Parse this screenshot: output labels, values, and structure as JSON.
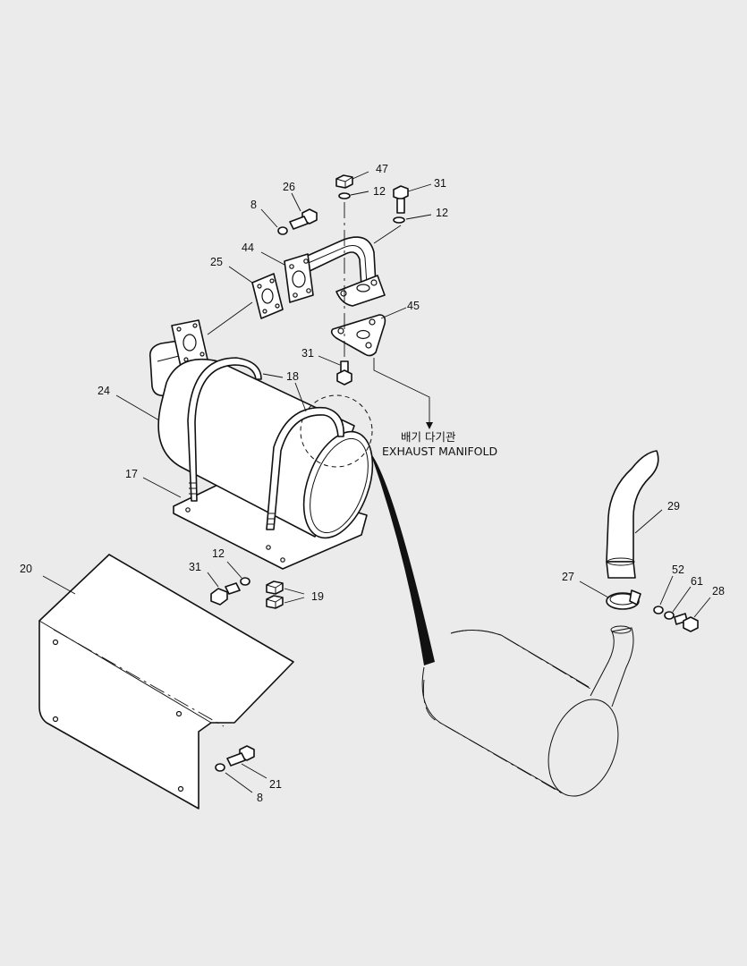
{
  "callouts": [
    {
      "id": "c47",
      "text": "47"
    },
    {
      "id": "c12a",
      "text": "12"
    },
    {
      "id": "c31a",
      "text": "31"
    },
    {
      "id": "c26",
      "text": "26"
    },
    {
      "id": "c12b",
      "text": "12"
    },
    {
      "id": "c8a",
      "text": "8"
    },
    {
      "id": "c44",
      "text": "44"
    },
    {
      "id": "c25",
      "text": "25"
    },
    {
      "id": "c45",
      "text": "45"
    },
    {
      "id": "c31b",
      "text": "31"
    },
    {
      "id": "c18",
      "text": "18"
    },
    {
      "id": "c24",
      "text": "24"
    },
    {
      "id": "c17",
      "text": "17"
    },
    {
      "id": "c29",
      "text": "29"
    },
    {
      "id": "c12c",
      "text": "12"
    },
    {
      "id": "c31c",
      "text": "31"
    },
    {
      "id": "c20",
      "text": "20"
    },
    {
      "id": "c19",
      "text": "19"
    },
    {
      "id": "c27",
      "text": "27"
    },
    {
      "id": "c52",
      "text": "52"
    },
    {
      "id": "c61",
      "text": "61"
    },
    {
      "id": "c28",
      "text": "28"
    },
    {
      "id": "c21",
      "text": "21"
    },
    {
      "id": "c8b",
      "text": "8"
    }
  ],
  "exhaust_manifold": {
    "label_korean": "배기 다기관",
    "label_english": "EXHAUST MANIFOLD"
  }
}
